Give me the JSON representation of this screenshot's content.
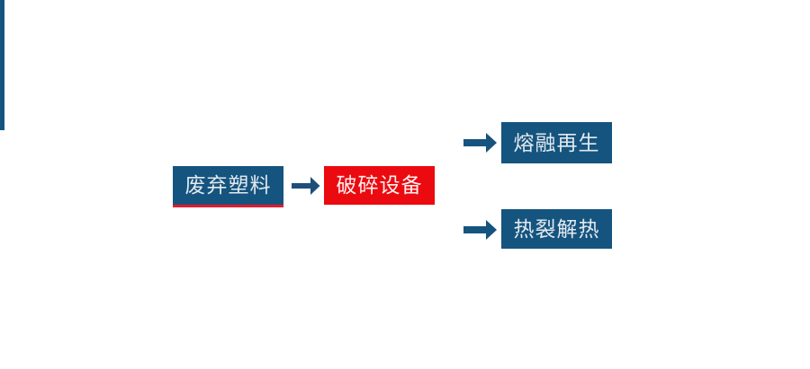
{
  "diagram": {
    "type": "flow",
    "title": "",
    "colors": {
      "primary_blue": "#14547F",
      "accent_red": "#EB0A10",
      "underline_red": "#E8192C",
      "arrow_navy": "#1F4E79",
      "box_text": "#E3E9EE",
      "background": "#FFFFFF"
    },
    "nodes": [
      {
        "id": "source",
        "label": "废弃塑料",
        "fill": "#14547F"
      },
      {
        "id": "process",
        "label": "破碎设备",
        "fill": "#EB0A10"
      },
      {
        "id": "out1",
        "label": "熔融再生",
        "fill": "#14547F"
      },
      {
        "id": "out2",
        "label": "热裂解热",
        "fill": "#14547F"
      }
    ],
    "connectors": [
      {
        "id": "main-arrow",
        "from": "source",
        "to": "process",
        "shape": "arrow-right"
      },
      {
        "id": "branch-arm-1",
        "from": "process",
        "to": "out1",
        "shape": "bracket-arrow-right"
      },
      {
        "id": "branch-arm-2",
        "from": "process",
        "to": "out2",
        "shape": "bracket-arrow-right"
      }
    ]
  }
}
